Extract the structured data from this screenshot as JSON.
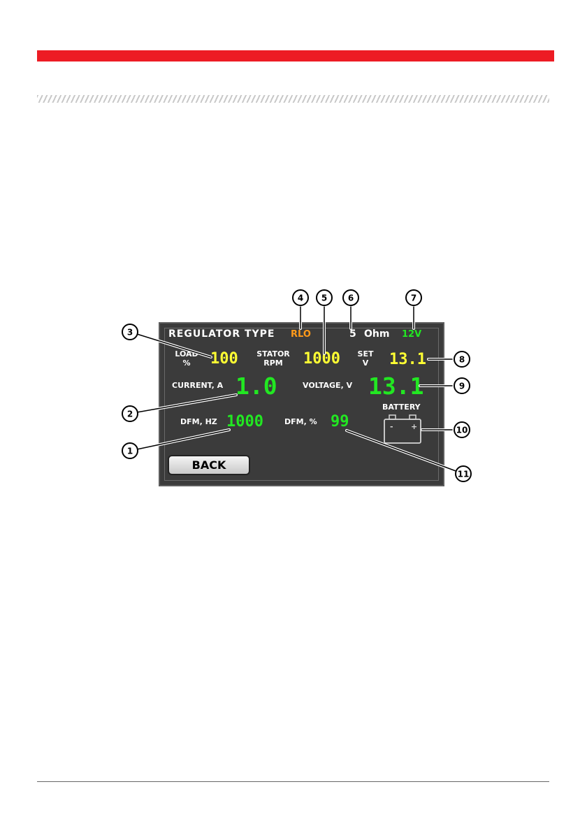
{
  "screen": {
    "regulator_type_label": "REGULATOR TYPE",
    "regulator_type_value": "RLO",
    "resistance_value": "5",
    "resistance_unit": "Ohm",
    "system_voltage": "12V",
    "load_label_line1": "LOAD",
    "load_label_line2": "%",
    "load_value": "100",
    "stator_label_line1": "STATOR",
    "stator_label_line2": "RPM",
    "stator_value": "1000",
    "set_label_line1": "SET",
    "set_label_line2": "V",
    "set_value": "13.1",
    "current_label": "CURRENT, A",
    "current_value": "1.0",
    "voltage_label": "VOLTAGE, V",
    "voltage_value": "13.1",
    "battery_label": "BATTERY",
    "battery_minus": "-",
    "battery_plus": "+",
    "dfm_hz_label": "DFM, HZ",
    "dfm_hz_value": "1000",
    "dfm_pct_label": "DFM, %",
    "dfm_pct_value": "99",
    "back_label": "BACK"
  },
  "callouts": [
    "1",
    "2",
    "3",
    "4",
    "5",
    "6",
    "7",
    "8",
    "9",
    "10",
    "11"
  ],
  "colors": {
    "accent_red": "#ed1c24",
    "yellow_value": "#ffff33",
    "green_value": "#22e722",
    "orange_value": "#ff9a1a",
    "screen_bg": "#3b3b3b"
  },
  "icons": {
    "battery": "battery-icon"
  }
}
